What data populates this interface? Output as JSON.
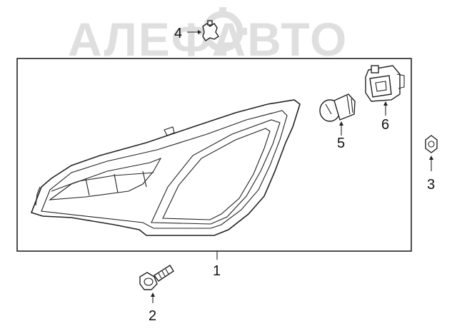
{
  "watermark": {
    "text": "АЛЕФАВТО",
    "color": "#d9d9d9"
  },
  "callouts": {
    "headlamp": "1",
    "bolt": "2",
    "nut": "3",
    "clip": "4",
    "bulb": "5",
    "socket": "6"
  }
}
